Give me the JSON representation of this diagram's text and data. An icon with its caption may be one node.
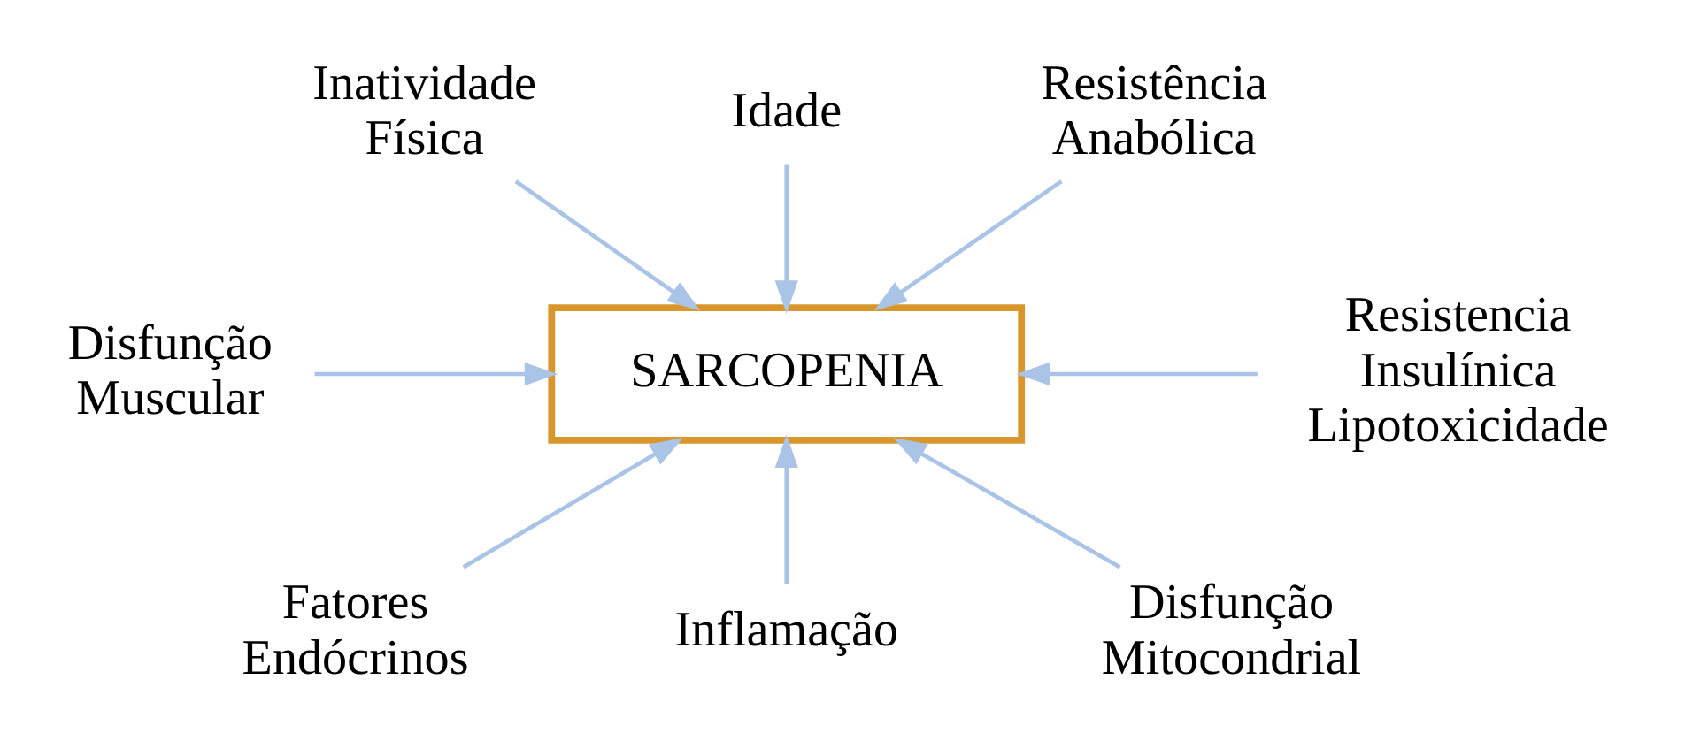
{
  "diagram": {
    "nodes": [
      {
        "text": [
          "SARCOPENIA"
        ]
      },
      {
        "text": [
          "Inatividade Física"
        ]
      },
      {
        "text": [
          "Idade"
        ]
      },
      {
        "text": [
          "Resistência Anabólica"
        ]
      },
      {
        "text": [
          "Disfunção Muscular"
        ]
      },
      {
        "text": [
          "Resistencia Insulínica Lipotoxicidade"
        ]
      },
      {
        "text": [
          "Fatores Endócrinos"
        ]
      },
      {
        "text": [
          "Inflamação"
        ]
      },
      {
        "text": [
          "Disfunção Mitocondrial"
        ]
      }
    ],
    "edges": [
      {
        "from": 1,
        "to": 0,
        "arrow": "to"
      },
      {
        "from": 2,
        "to": 0,
        "arrow": "to"
      },
      {
        "from": 3,
        "to": 0,
        "arrow": "to"
      },
      {
        "from": 4,
        "to": 0,
        "arrow": "to"
      },
      {
        "from": 5,
        "to": 0,
        "arrow": "to"
      },
      {
        "from": 6,
        "to": 0,
        "arrow": "to"
      },
      {
        "from": 7,
        "to": 0,
        "arrow": "to"
      },
      {
        "from": 8,
        "to": 0,
        "arrow": "to"
      }
    ]
  }
}
